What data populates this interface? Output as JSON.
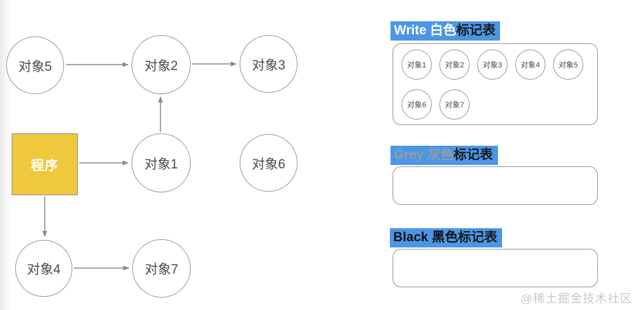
{
  "colors": {
    "highlight_blue": "#4B96E8",
    "program_yellow": "#F0C83C",
    "node_border": "#9A9A9A",
    "arrow_grey": "#8C8C8C",
    "title_lead_white": "#FFFFFF",
    "title_lead_grey": "#9A9A9A",
    "title_lead_black": "#111111",
    "watermark_grey": "#C9C9C9"
  },
  "diagram": {
    "program_label": "程序",
    "nodes": {
      "obj1": "对象1",
      "obj2": "对象2",
      "obj3": "对象3",
      "obj4": "对象4",
      "obj5": "对象5",
      "obj6": "对象6",
      "obj7": "对象7"
    },
    "edges": [
      {
        "from": "对象5",
        "to": "对象2"
      },
      {
        "from": "对象2",
        "to": "对象3"
      },
      {
        "from": "对象1",
        "to": "对象2"
      },
      {
        "from": "程序",
        "to": "对象1"
      },
      {
        "from": "程序",
        "to": "对象4"
      },
      {
        "from": "对象4",
        "to": "对象7"
      }
    ]
  },
  "tables": {
    "white": {
      "lead": "Write 白色",
      "suffix": "标记表",
      "items": [
        "对象1",
        "对象2",
        "对象3",
        "对象4",
        "对象5",
        "对象6",
        "对象7"
      ]
    },
    "grey": {
      "lead": "Grey 灰色",
      "suffix": "标记表",
      "items": []
    },
    "black": {
      "lead": "Black 黑色",
      "suffix": "标记表",
      "items": []
    }
  },
  "watermark": "@稀土掘金技术社区"
}
